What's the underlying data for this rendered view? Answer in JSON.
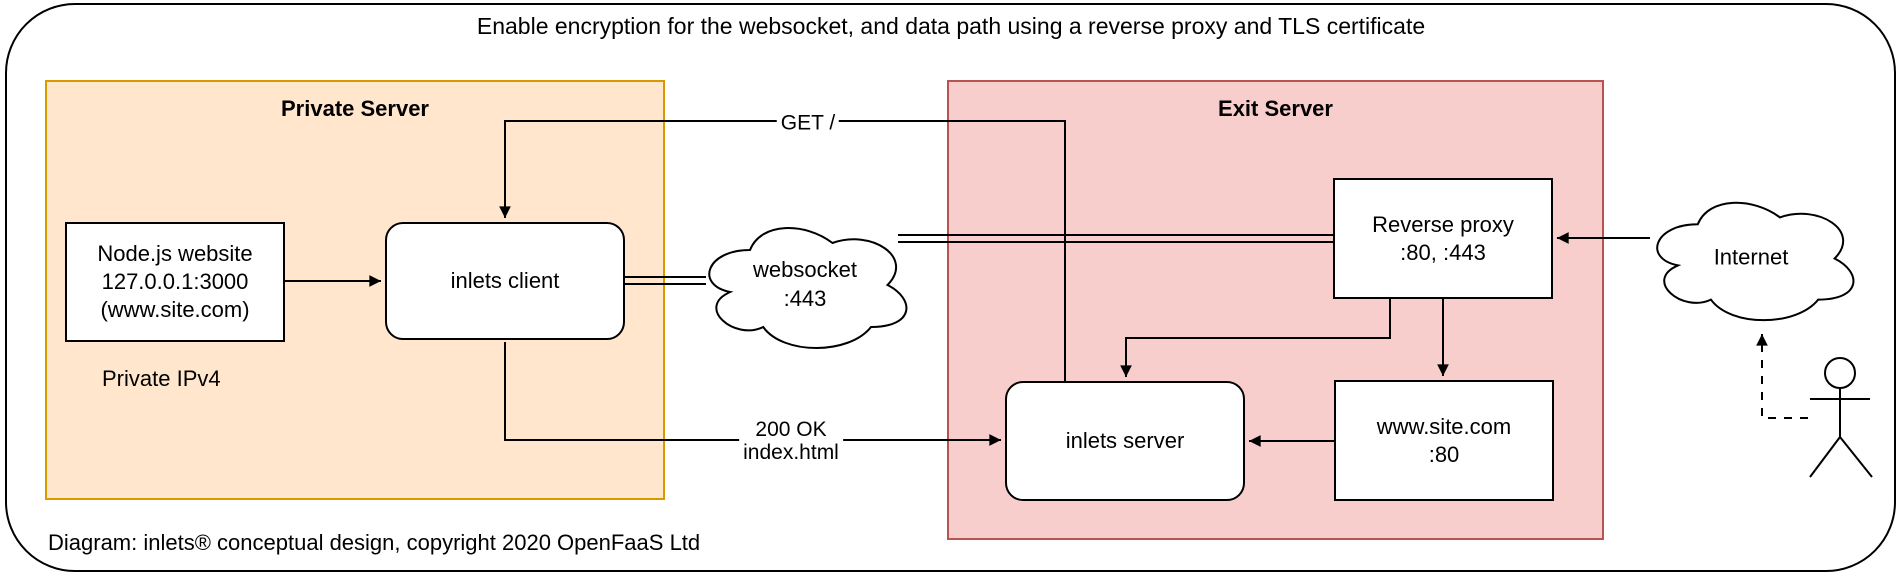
{
  "title": "Enable encryption for the websocket, and data path using a reverse proxy and TLS certificate",
  "caption": "Diagram: inlets® conceptual design, copyright 2020 OpenFaaS Ltd",
  "colors": {
    "private_server_fill": "#FFE6CC",
    "private_server_stroke": "#D79B00",
    "exit_server_fill": "#F8CECC",
    "exit_server_stroke": "#B85450",
    "node_fill": "#FFFFFF",
    "line": "#000000"
  },
  "groups": {
    "private_server": {
      "title": "Private Server",
      "note": "Private IPv4"
    },
    "exit_server": {
      "title": "Exit Server"
    }
  },
  "nodes": {
    "nodejs_website": {
      "line1": "Node.js website",
      "line2": "127.0.0.1:3000",
      "line3": "(www.site.com)"
    },
    "inlets_client": {
      "label": "inlets client"
    },
    "websocket_cloud": {
      "line1": "websocket",
      "line2": ":443"
    },
    "reverse_proxy": {
      "line1": "Reverse proxy",
      "line2": ":80, :443"
    },
    "inlets_server": {
      "label": "inlets server"
    },
    "www_site": {
      "line1": "www.site.com",
      "line2": ":80"
    },
    "internet_cloud": {
      "label": "Internet"
    }
  },
  "edge_labels": {
    "get_request": "GET /",
    "response_line1": "200 OK",
    "response_line2": "index.html"
  }
}
